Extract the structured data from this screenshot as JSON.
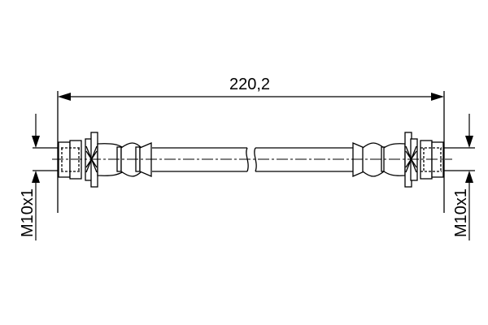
{
  "drawing": {
    "title": "Brake hose technical drawing",
    "length_dimension": "220,2",
    "left_thread_label": "M10x1",
    "right_thread_label": "M10x1",
    "line_color": "#000000",
    "background_color": "#ffffff"
  }
}
